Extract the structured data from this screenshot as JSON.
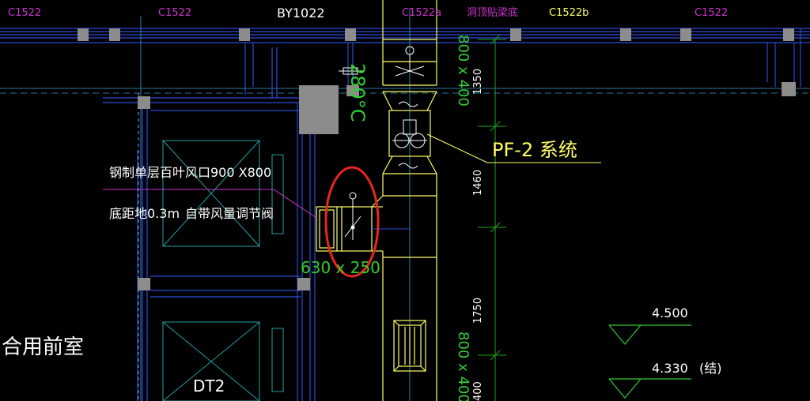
{
  "colors": {
    "background": "#000000",
    "wall": "#2a4bd7",
    "axis": "#3a9fd0",
    "column": "#8c8c8c",
    "duct": "#ffff66",
    "dim": "#1fa51f",
    "text": "#ffffff",
    "leader": "#cc33cc",
    "grid_label": "#cc33cc",
    "dim_text": "#33cc33",
    "label_yellow": "#ffff66",
    "highlight": "#e8261e",
    "elevation": "#33cc33",
    "elevator": "#22a0a0"
  },
  "grid_labels": [
    "C1522",
    "C1522",
    "C1522a",
    "洞顶贴梁底",
    "C1522b",
    "C1522"
  ],
  "beam_label": "BY1022",
  "duct_size_top_rotated": "280°C",
  "duct_size_main": "800 x 400",
  "duct_size_main_bottom": "800 x 400",
  "branch_size": "630 x 250",
  "system_label": "PF-2 系统",
  "note_line1": "钢制单层百叶风口900 X800",
  "note_line2": "底距地0.3m",
  "note_line3": "自带风量调节阀",
  "room_label": "合用前室",
  "elevator_label": "DT2",
  "dim_values": [
    "1350",
    "1460",
    "1750",
    "400"
  ],
  "elevations": [
    {
      "value": "4.500",
      "suffix": ""
    },
    {
      "value": "4.330",
      "suffix": "(结)"
    }
  ],
  "icons": [
    "valve-icon",
    "fan-icon",
    "elevation-triangle-icon"
  ]
}
